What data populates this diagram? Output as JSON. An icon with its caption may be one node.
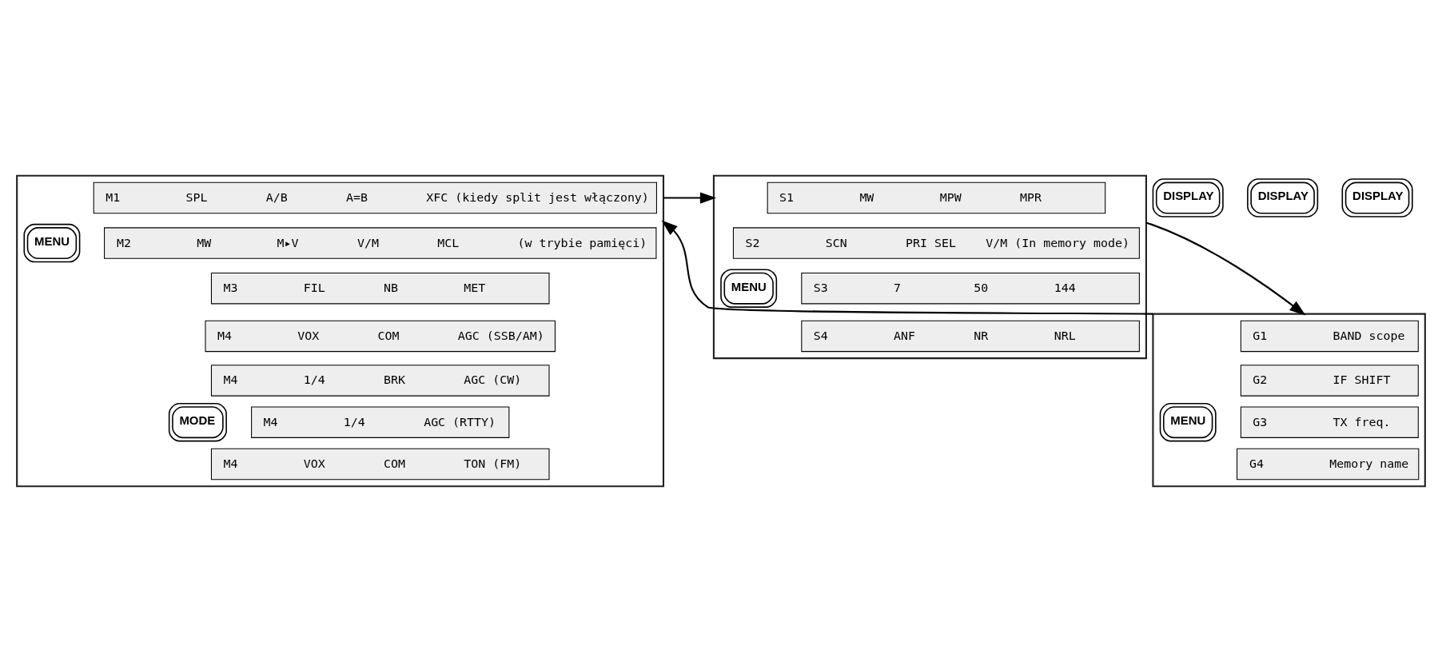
{
  "diagram": {
    "nodes": [
      {
        "text": [],
        "shape": "box"
      },
      {
        "text": [
          "M1",
          "SPL",
          "A/B",
          "A=B",
          "XFC (kiedy split jest włączony)"
        ],
        "in": 0
      },
      {
        "text": [
          "M2",
          "MW",
          "M▸V",
          "V/M",
          "MCL",
          "(w trybie pamięci)"
        ],
        "in": 0
      },
      {
        "text": [
          "M3",
          "FIL",
          "NB",
          "MET"
        ],
        "in": 0
      },
      {
        "text": [
          "M4",
          "VOX",
          "COM",
          "AGC (SSB/AM)"
        ],
        "in": 0
      },
      {
        "text": [
          "M4",
          "1/4",
          "BRK",
          "AGC (CW)"
        ],
        "in": 0
      },
      {
        "text": [
          "M4",
          "1/4",
          "AGC (RTTY)"
        ],
        "in": 0
      },
      {
        "text": [
          "M4",
          "VOX",
          "COM",
          "TON (FM)"
        ],
        "in": 0
      },
      {
        "text": [
          "MENU"
        ],
        "in": 0
      },
      {
        "text": [
          "MODE"
        ],
        "in": 0
      },
      {
        "text": [],
        "shape": "box"
      },
      {
        "text": [
          "S1",
          "MW",
          "MPW",
          "MPR"
        ],
        "in": 10
      },
      {
        "text": [
          "S2",
          "SCN",
          "PRI SEL",
          "V/M (In memory mode)"
        ],
        "in": 10
      },
      {
        "text": [
          "S3",
          "7",
          "50",
          "144"
        ],
        "in": 10
      },
      {
        "text": [
          "S4",
          "ANF",
          "NR",
          "NRL"
        ],
        "in": 10
      },
      {
        "text": [
          "MENU"
        ],
        "in": 10
      },
      {
        "text": [],
        "shape": "box"
      },
      {
        "text": [
          "G1",
          "BAND scope"
        ],
        "in": 16
      },
      {
        "text": [
          "G2",
          "IF SHIFT"
        ],
        "in": 16
      },
      {
        "text": [
          "G3",
          "TX freq."
        ],
        "in": 16
      },
      {
        "text": [
          "G4",
          "Memory name"
        ],
        "in": 16
      },
      {
        "text": [
          "MENU"
        ],
        "in": 16
      },
      {
        "text": [
          "DISPLAY"
        ]
      },
      {
        "text": [
          "DISPLAY"
        ]
      },
      {
        "text": [
          "DISPLAY"
        ]
      }
    ],
    "edges": [
      {
        "from": 0,
        "to": 10,
        "arrow": "to"
      },
      {
        "from": 10,
        "to": 16,
        "arrow": "to"
      },
      {
        "from": 16,
        "to": 0,
        "arrow": "to"
      }
    ]
  }
}
